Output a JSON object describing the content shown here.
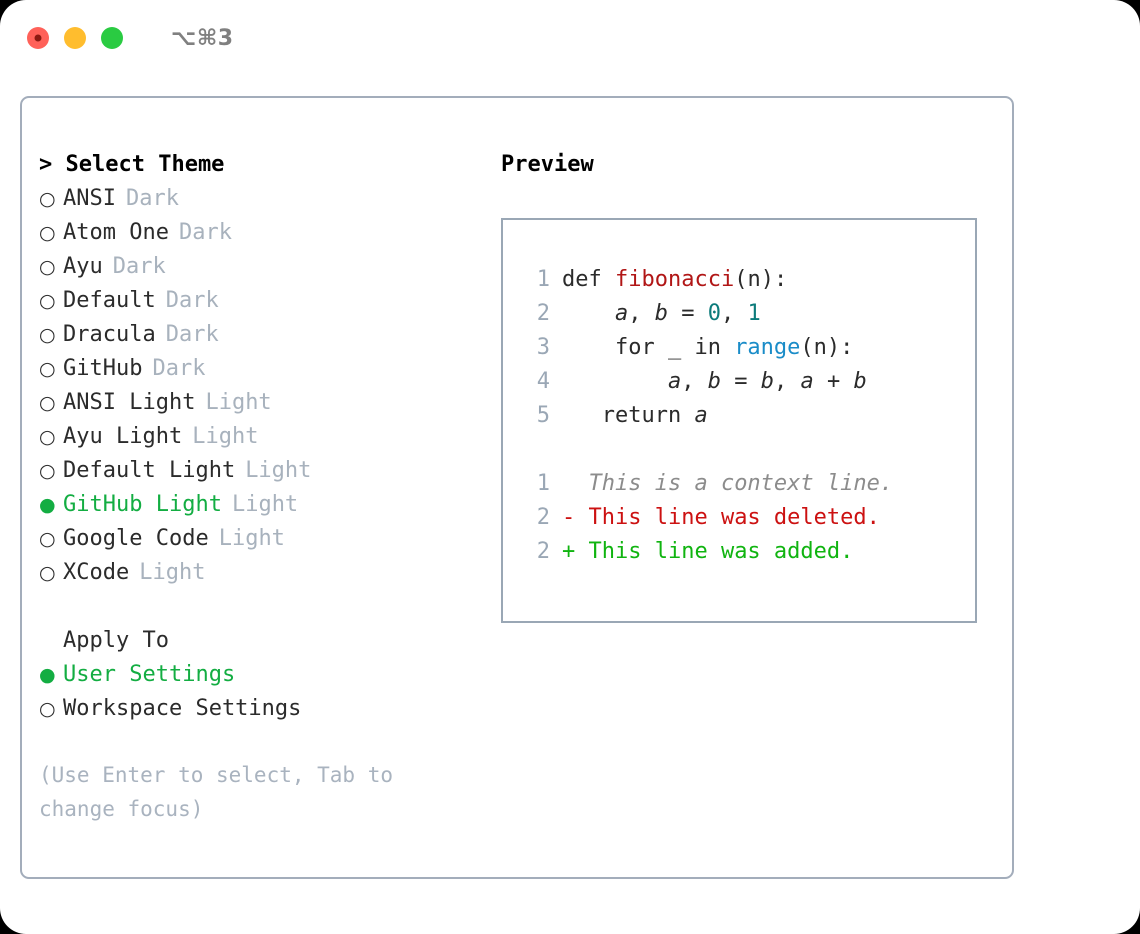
{
  "window": {
    "shortcut": "⌥⌘3",
    "traffic_lights": [
      {
        "name": "close",
        "color": "#ff6159"
      },
      {
        "name": "minimize",
        "color": "#ffbd2e"
      },
      {
        "name": "zoom",
        "color": "#2acb42"
      }
    ]
  },
  "dialog": {
    "left": {
      "header": "> Select Theme",
      "themes": [
        {
          "marker": "○",
          "label": "ANSI",
          "suffix": "Dark",
          "selected": false
        },
        {
          "marker": "○",
          "label": "Atom One",
          "suffix": "Dark",
          "selected": false
        },
        {
          "marker": "○",
          "label": "Ayu",
          "suffix": "Dark",
          "selected": false
        },
        {
          "marker": "○",
          "label": "Default",
          "suffix": "Dark",
          "selected": false
        },
        {
          "marker": "○",
          "label": "Dracula",
          "suffix": "Dark",
          "selected": false
        },
        {
          "marker": "○",
          "label": "GitHub",
          "suffix": "Dark",
          "selected": false
        },
        {
          "marker": "○",
          "label": "ANSI Light",
          "suffix": "Light",
          "selected": false
        },
        {
          "marker": "○",
          "label": "Ayu Light",
          "suffix": "Light",
          "selected": false
        },
        {
          "marker": "○",
          "label": "Default Light",
          "suffix": "Light",
          "selected": false
        },
        {
          "marker": "●",
          "label": "GitHub Light",
          "suffix": "Light",
          "selected": true
        },
        {
          "marker": "○",
          "label": "Google Code",
          "suffix": "Light",
          "selected": false
        },
        {
          "marker": "○",
          "label": "XCode",
          "suffix": "Light",
          "selected": false
        }
      ],
      "apply_to": {
        "label": "Apply To",
        "options": [
          {
            "marker": "●",
            "label": "User Settings",
            "selected": true
          },
          {
            "marker": "○",
            "label": "Workspace Settings",
            "selected": false
          }
        ]
      },
      "hint": "(Use Enter to select, Tab to change focus)"
    },
    "right": {
      "header": "Preview",
      "code_lines": [
        {
          "lineno": "1",
          "tokens": [
            {
              "text": "def ",
              "kind": "kw"
            },
            {
              "text": "fibonacci",
              "kind": "fn"
            },
            {
              "text": "(n):",
              "kind": "plain"
            }
          ]
        },
        {
          "lineno": "2",
          "tokens": [
            {
              "text": "    ",
              "kind": "plain"
            },
            {
              "text": "a",
              "kind": "var"
            },
            {
              "text": ", ",
              "kind": "plain"
            },
            {
              "text": "b",
              "kind": "var"
            },
            {
              "text": " = ",
              "kind": "plain"
            },
            {
              "text": "0",
              "kind": "num"
            },
            {
              "text": ", ",
              "kind": "plain"
            },
            {
              "text": "1",
              "kind": "num"
            }
          ]
        },
        {
          "lineno": "3",
          "tokens": [
            {
              "text": "    for _ in ",
              "kind": "plain"
            },
            {
              "text": "range",
              "kind": "call"
            },
            {
              "text": "(n):",
              "kind": "plain"
            }
          ]
        },
        {
          "lineno": "4",
          "tokens": [
            {
              "text": "        ",
              "kind": "plain"
            },
            {
              "text": "a",
              "kind": "var"
            },
            {
              "text": ", ",
              "kind": "plain"
            },
            {
              "text": "b",
              "kind": "var"
            },
            {
              "text": " = ",
              "kind": "plain"
            },
            {
              "text": "b",
              "kind": "var"
            },
            {
              "text": ", ",
              "kind": "plain"
            },
            {
              "text": "a",
              "kind": "var"
            },
            {
              "text": " + ",
              "kind": "plain"
            },
            {
              "text": "b",
              "kind": "var"
            }
          ]
        },
        {
          "lineno": "5",
          "tokens": [
            {
              "text": "   return ",
              "kind": "plain"
            },
            {
              "text": "a",
              "kind": "var"
            }
          ]
        }
      ],
      "diff_lines": [
        {
          "lineno": "1",
          "sign": " ",
          "text": "This is a context line.",
          "kind": "ctx"
        },
        {
          "lineno": "2",
          "sign": "-",
          "text": "This line was deleted.",
          "kind": "del"
        },
        {
          "lineno": "2",
          "sign": "+",
          "text": "This line was added.",
          "kind": "add"
        }
      ]
    }
  },
  "colors": {
    "selected_green": "#13ad42",
    "muted": "#a8b2bd",
    "border": "#a3adbb",
    "preview_border": "#9aa7b5",
    "diff_add": "#10b410",
    "diff_del": "#cc1111",
    "token_fn": "#b11616",
    "token_num": "#0c7b7b",
    "token_call": "#1a8cc8"
  }
}
